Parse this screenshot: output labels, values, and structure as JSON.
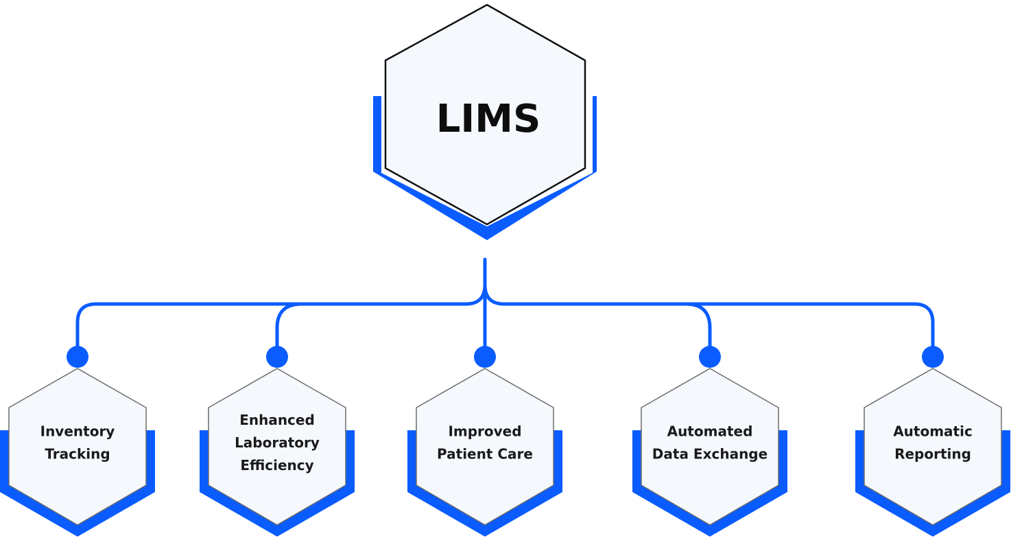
{
  "hub": {
    "title": "LIMS"
  },
  "nodes": [
    {
      "id": "inventory-tracking",
      "lines": [
        "Inventory",
        "Tracking"
      ]
    },
    {
      "id": "enhanced-laboratory-efficiency",
      "lines": [
        "Enhanced",
        "Laboratory",
        "Efficiency"
      ]
    },
    {
      "id": "improved-patient-care",
      "lines": [
        "Improved",
        "Patient Care"
      ]
    },
    {
      "id": "automated-data-exchange",
      "lines": [
        "Automated",
        "Data Exchange"
      ]
    },
    {
      "id": "automatic-reporting",
      "lines": [
        "Automatic",
        "Reporting"
      ]
    }
  ],
  "colors": {
    "accent": "#0a5cff",
    "hex_fill": "#f5f8fd",
    "hub_stroke": "#111111",
    "node_stroke": "#6b6b6b"
  }
}
